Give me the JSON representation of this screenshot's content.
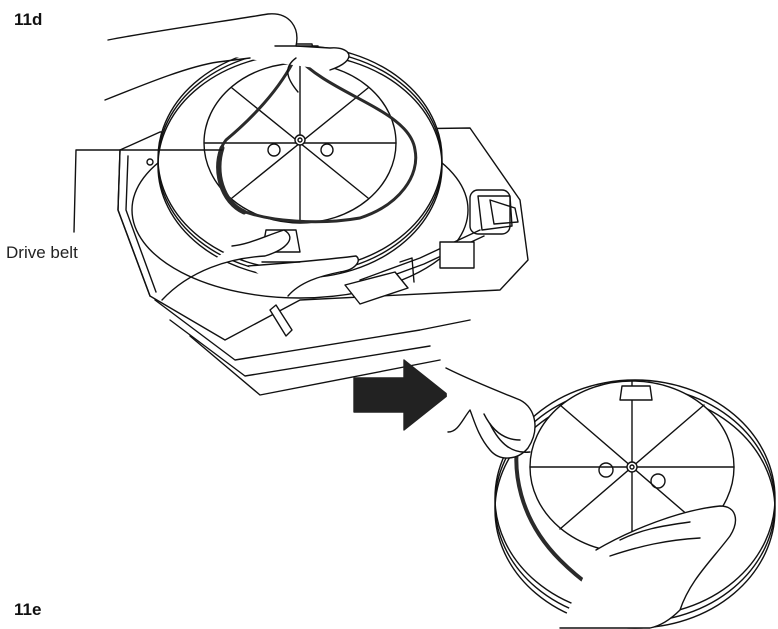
{
  "figure": {
    "step_top": "11d",
    "step_bottom": "11e",
    "callout_label": "Drive belt"
  },
  "icons": {
    "arrow": "right-arrow-icon"
  },
  "colors": {
    "ink": "#111111",
    "arrow_fill": "#222222",
    "belt": "#2a2a2a",
    "background": "#ffffff"
  }
}
